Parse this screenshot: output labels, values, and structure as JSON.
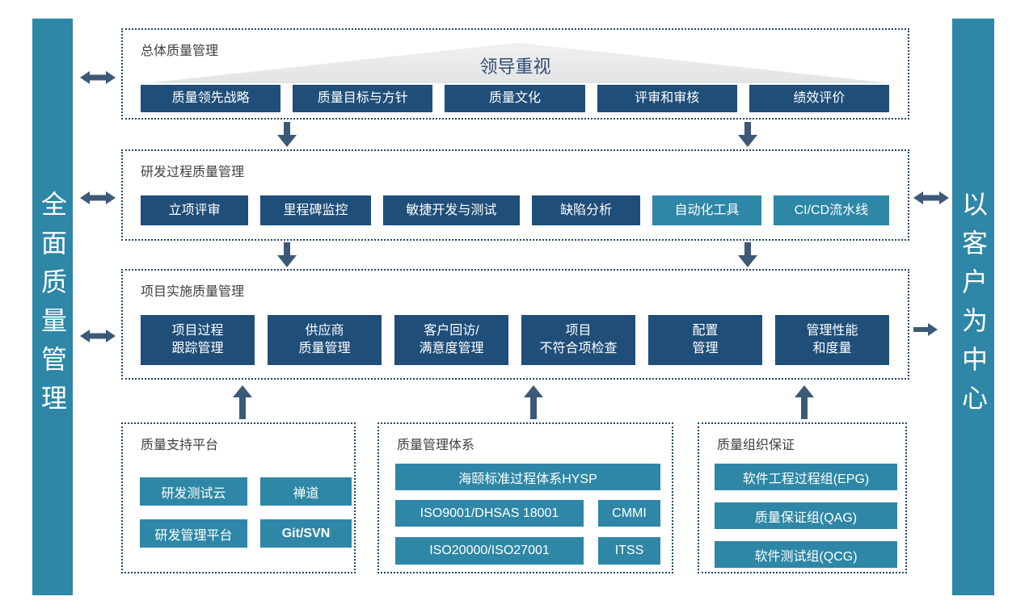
{
  "left_bar": {
    "text": "全面质量管理"
  },
  "right_bar": {
    "text": "以客户为中心"
  },
  "overall": {
    "title": "总体质量管理",
    "banner": "领导重视",
    "items": [
      "质量领先战略",
      "质量目标与方针",
      "质量文化",
      "评审和审核",
      "绩效评价"
    ]
  },
  "rd_process": {
    "title": "研发过程质量管理",
    "items": [
      {
        "label": "立项评审",
        "style": "navy"
      },
      {
        "label": "里程碑监控",
        "style": "navy"
      },
      {
        "label": "敏捷开发与测试",
        "style": "navy"
      },
      {
        "label": "缺陷分析",
        "style": "navy"
      },
      {
        "label": "自动化工具",
        "style": "teal"
      },
      {
        "label": "CI/CD流水线",
        "style": "teal"
      }
    ]
  },
  "project_impl": {
    "title": "项目实施质量管理",
    "items": [
      {
        "line1": "项目过程",
        "line2": "跟踪管理"
      },
      {
        "line1": "供应商",
        "line2": "质量管理"
      },
      {
        "line1": "客户回访/",
        "line2": "满意度管理"
      },
      {
        "line1": "项目",
        "line2": "不符合项检查"
      },
      {
        "line1": "配置",
        "line2": "管理"
      },
      {
        "line1": "管理性能",
        "line2": "和度量"
      }
    ]
  },
  "support_platform": {
    "title": "质量支持平台",
    "items": [
      "研发测试云",
      "禅道",
      "研发管理平台",
      "Git/SVN"
    ]
  },
  "management_system": {
    "title": "质量管理体系",
    "row1": [
      "海颐标准过程体系HYSP"
    ],
    "row2": [
      "ISO9001/DHSAS 18001",
      "CMMI"
    ],
    "row3": [
      "ISO20000/ISO27001",
      "ITSS"
    ]
  },
  "org_assurance": {
    "title": "质量组织保证",
    "items": [
      "软件工程过程组(EPG)",
      "质量保证组(QAG)",
      "软件测试组(QCG)"
    ]
  },
  "colors": {
    "navy": "#1F4E79",
    "teal": "#2E87A6",
    "arrow": "#3C5A77",
    "border": "#24476B"
  }
}
